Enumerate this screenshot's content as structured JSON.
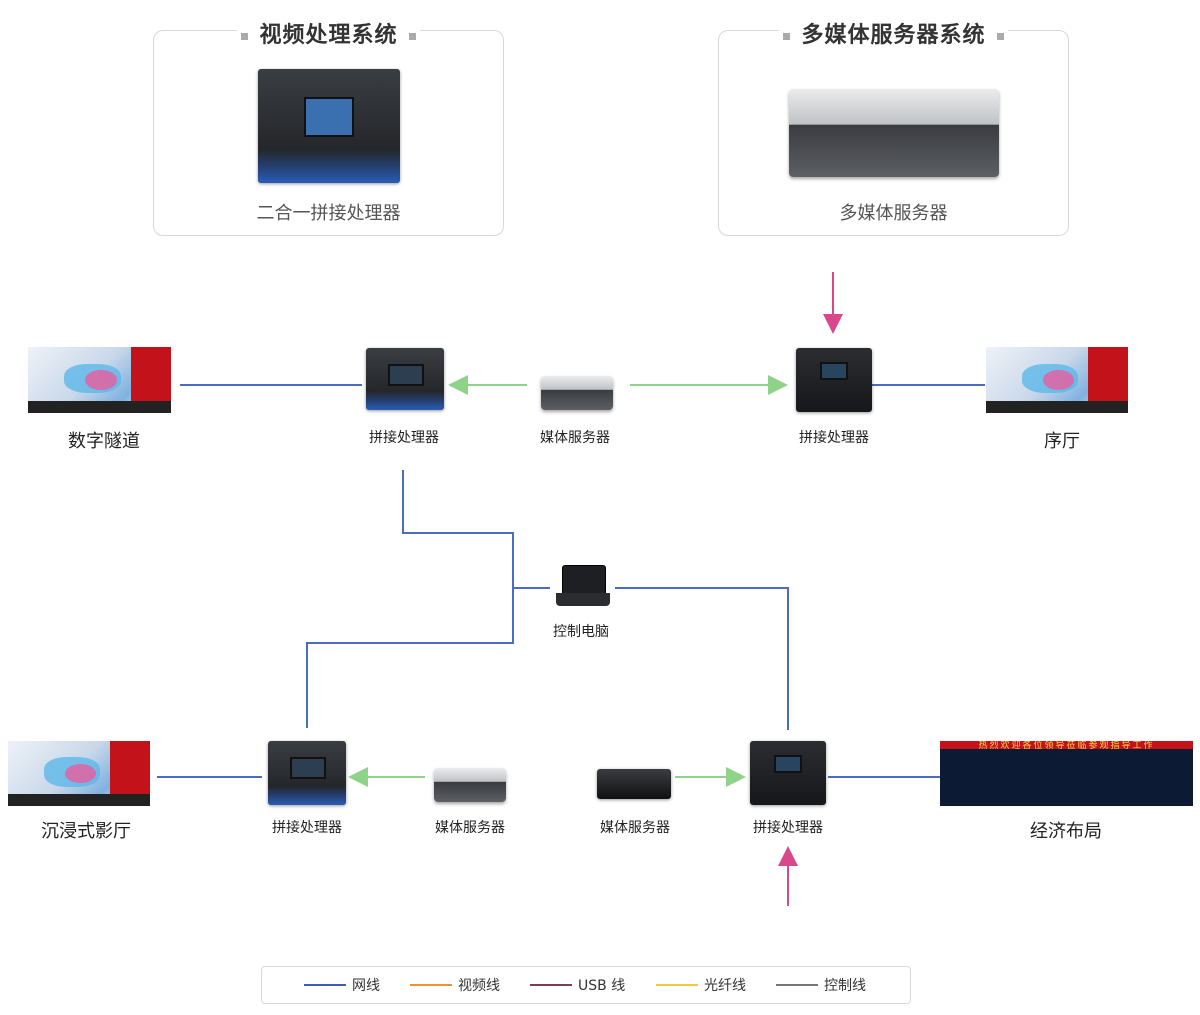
{
  "panels": {
    "video": {
      "title": "视频处理系统",
      "caption": "二合一拼接处理器"
    },
    "media": {
      "title": "多媒体服务器系统",
      "caption": "多媒体服务器"
    }
  },
  "nodes": {
    "splicer_top_left": "拼接处理器",
    "media_top_center": "媒体服务器",
    "splicer_top_right": "拼接处理器",
    "control_pc": "控制电脑",
    "splicer_bottom_left": "拼接处理器",
    "media_bottom_left": "媒体服务器",
    "media_bottom_right": "媒体服务器",
    "splicer_bottom_right": "拼接处理器"
  },
  "scenes": {
    "digital_tunnel": "数字隧道",
    "prelude_hall": "序厅",
    "immersive_cinema": "沉浸式影厅",
    "economic_layout": "经济布局",
    "economic_screen_banner": "热烈欢迎各位领导莅临参观指导工作"
  },
  "legend": [
    {
      "label": "网线",
      "color": "#3b5db5"
    },
    {
      "label": "视频线",
      "color": "#f0922e"
    },
    {
      "label": "USB 线",
      "color": "#7a3f52"
    },
    {
      "label": "光纤线",
      "color": "#f3c83a"
    },
    {
      "label": "控制线",
      "color": "#777777"
    }
  ],
  "colors": {
    "network": "#4a6cc2",
    "green_arrow": "#8fd28a",
    "pink_arrow": "#d8488a"
  }
}
